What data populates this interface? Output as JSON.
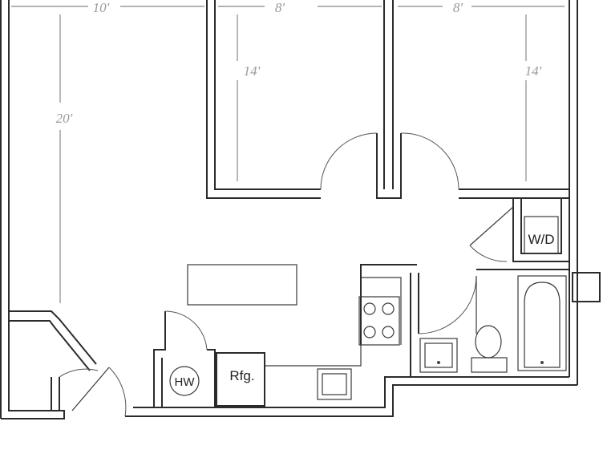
{
  "dimensions": {
    "living_width": "10'",
    "living_depth": "20'",
    "bedroom1_width": "8'",
    "bedroom1_depth": "14'",
    "bedroom2_width": "8'",
    "bedroom2_depth": "14'"
  },
  "fixtures": {
    "washer_dryer": "W/D",
    "refrigerator": "Rfg.",
    "water_heater": "HW"
  }
}
